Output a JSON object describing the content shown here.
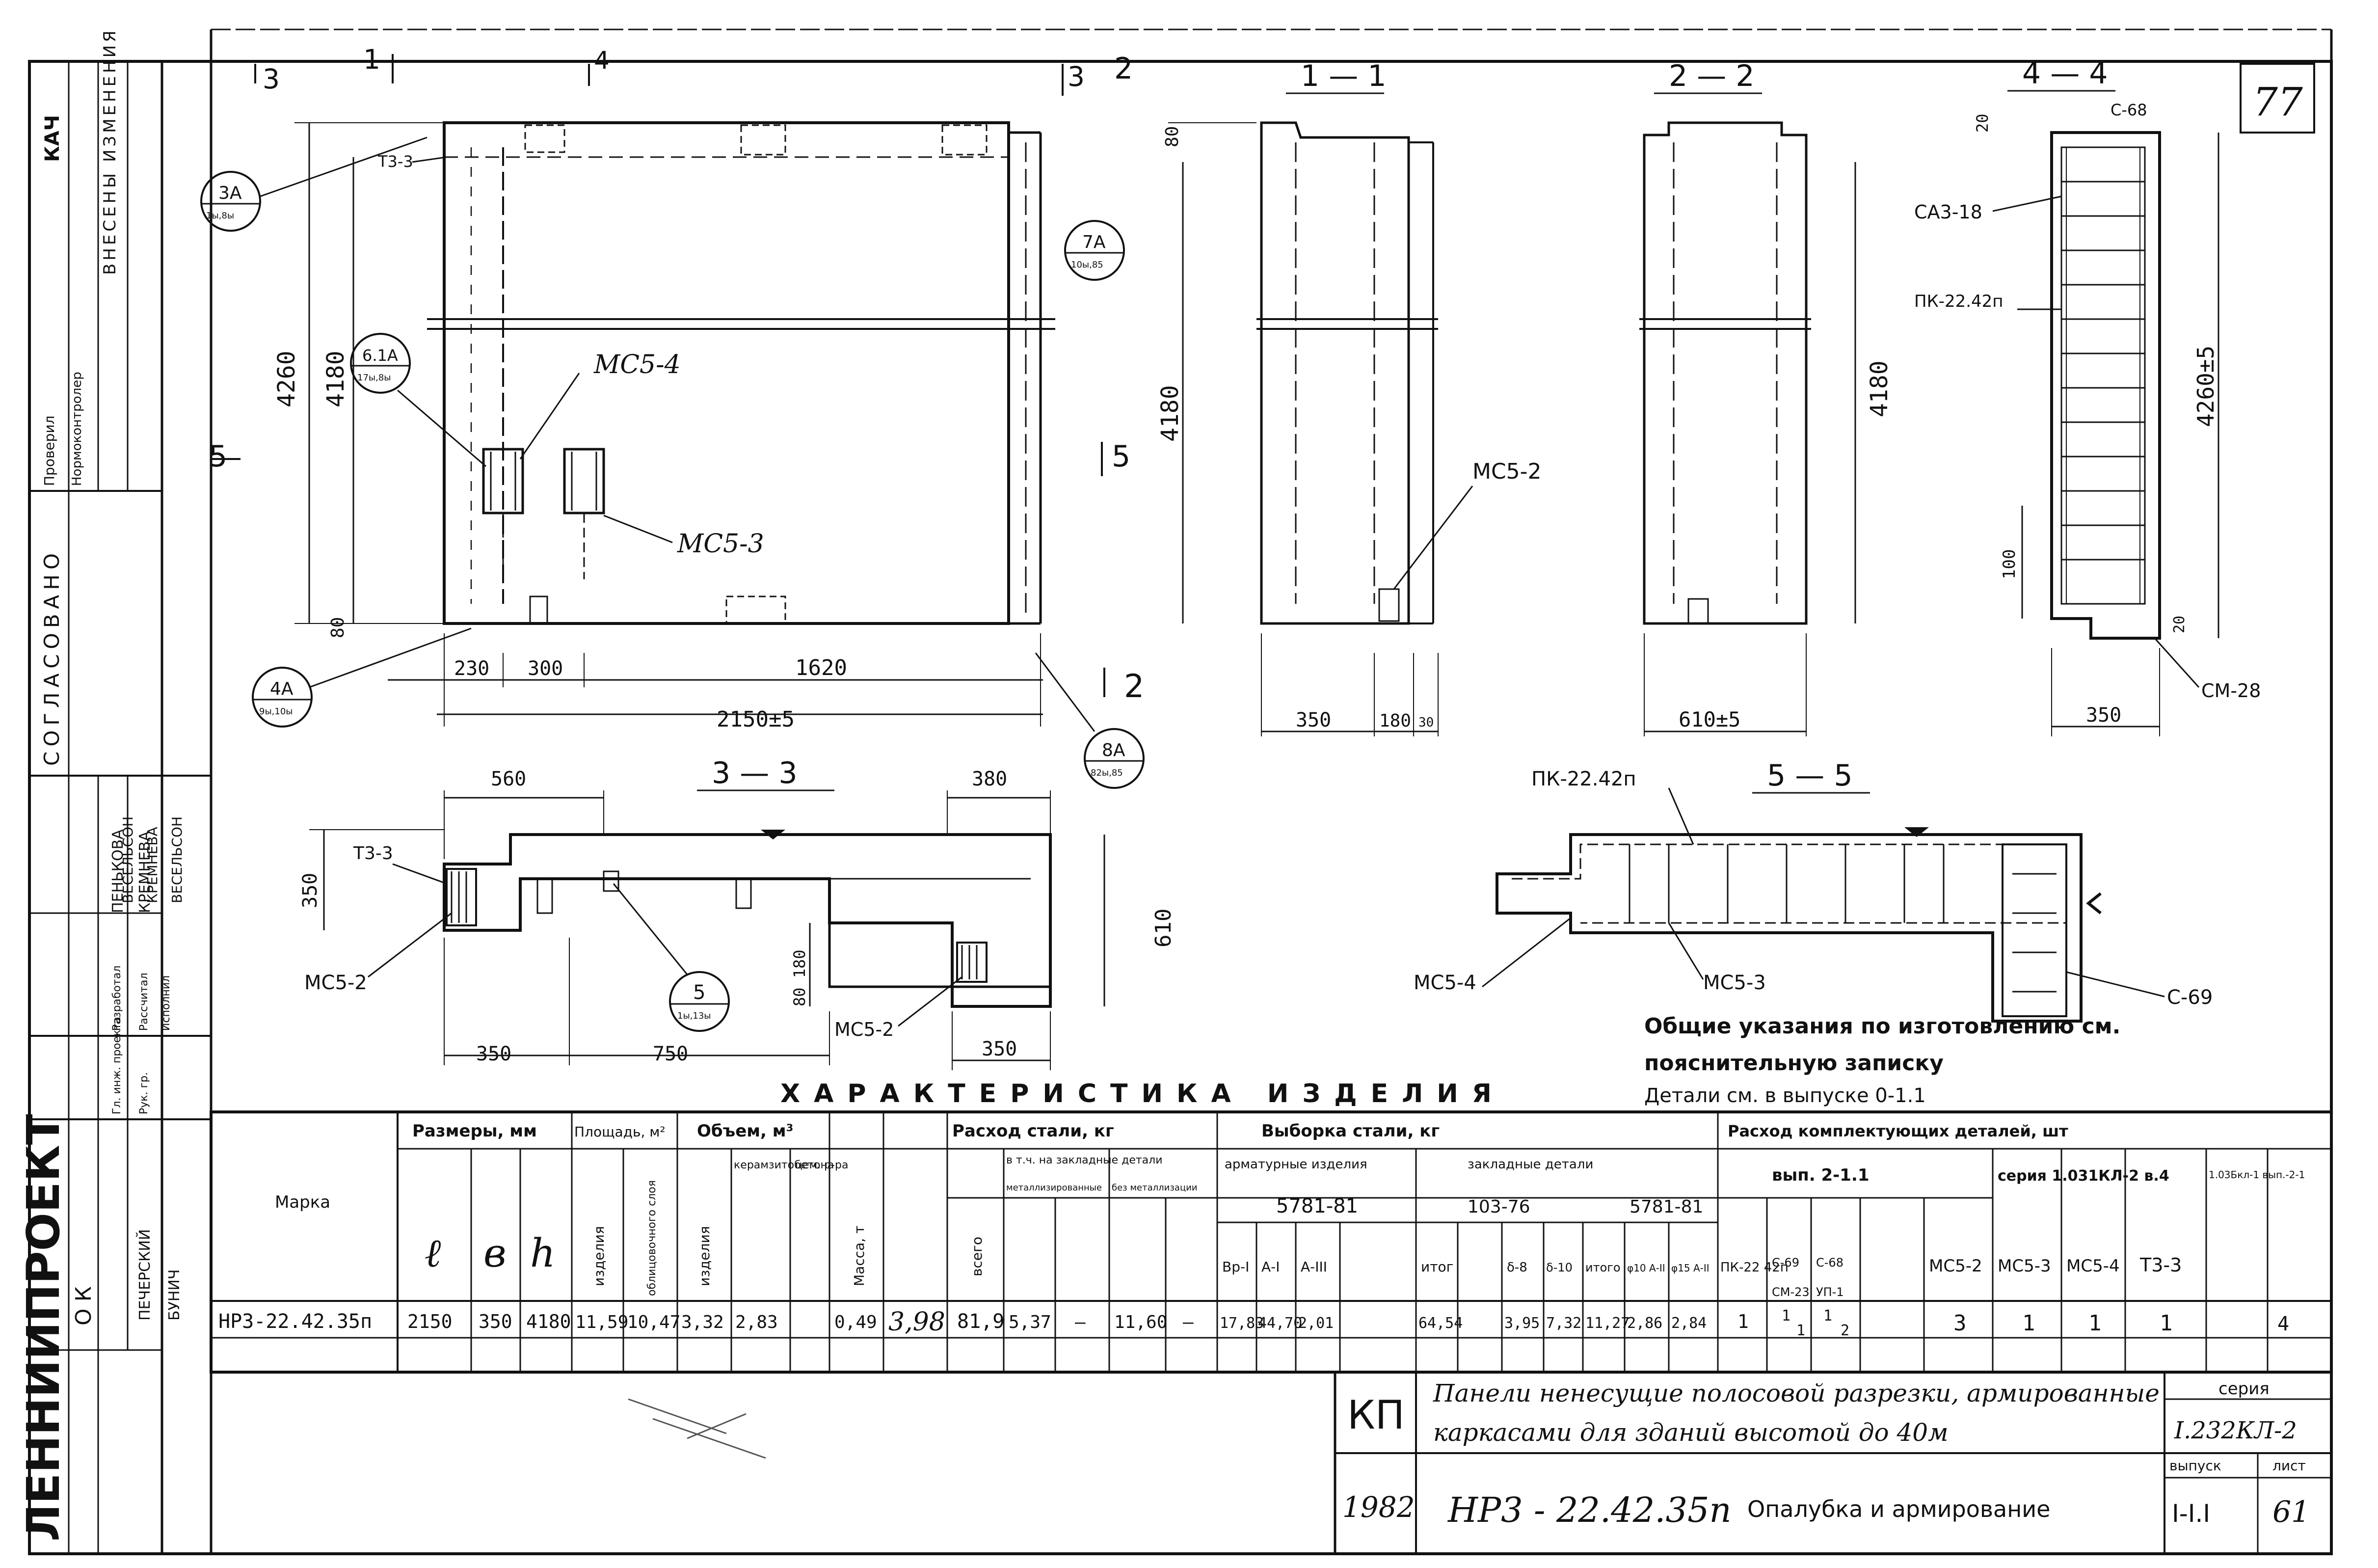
{
  "sheet_number": "77",
  "label_3a": "3А",
  "label_3a_sub": "1ы,8ы",
  "label_6_1a": "6.1А",
  "label_6_1a_sub": "17ы,8ы",
  "label_7a": "7А",
  "label_7a_sub": "10ы,85",
  "label_4a": "4А",
  "label_4a_sub": "9ы,10ы",
  "label_8a": "8А",
  "label_8a_sub": "82ы,85",
  "label_5c": "5",
  "label_5c_sub": "1ы,13ы",
  "main_view": {
    "cut_3": "3",
    "cut_1": "1",
    "cut_4": "4",
    "cut_3b": "3",
    "cut_2": "2",
    "cut_5": "5",
    "cut_5b": "5",
    "cut_2b": "2",
    "t33": "Т3-3",
    "mcb4": "МС5-4",
    "mcb3": "МС5-3",
    "dim_4260": "4260",
    "dim_4180": "4180",
    "dim_80": "80",
    "dim_230": "230",
    "dim_300": "300",
    "dim_1620": "1620",
    "dim_2150": "2150±5"
  },
  "sec11": {
    "title": "1 — 1",
    "dim_80": "80",
    "dim_4180": "4180",
    "mcb2": "МС5-2",
    "dim_350": "350",
    "dim_180": "180",
    "dim_30": "30"
  },
  "sec22": {
    "title": "2 — 2",
    "dim_4180": "4180",
    "dim_610": "610±5"
  },
  "sec44": {
    "title": "4 — 4",
    "dim_20": "20",
    "c68": "С-68",
    "sa318": "СА3-18",
    "pk": "ПК-22.42п",
    "dim_4260": "4260±5",
    "dim_100": "100",
    "dim_20b": "20",
    "cm28": "СМ-28",
    "dim_350": "350"
  },
  "sec33": {
    "title": "3 — 3",
    "dim_560": "560",
    "dim_380": "380",
    "t33": "Т3-3",
    "dim_350": "350",
    "dim_610": "610",
    "dim_80_180": "80 180",
    "mcb2a": "МС5-2",
    "mcb2b": "МС5-2",
    "dim_350b": "350",
    "dim_750": "750",
    "dim_350c": "350"
  },
  "sec55": {
    "title": "5 — 5",
    "pk": "ПК-22.42п",
    "mcb4": "МС5-4",
    "mcb3": "МС5-3",
    "c69": "С-69"
  },
  "notes": {
    "line1": "Общие указания по изготовлению см.",
    "line2": "пояснительную записку",
    "line3": "Детали см. в выпуске 0-1.1"
  },
  "char_title": "ХАРАКТЕРИСТИКА ИЗДЕЛИЯ",
  "table": {
    "h_marka": "Марка",
    "h_sizes": "Размеры, мм",
    "h_l": "ℓ",
    "h_b": "в",
    "h_h": "h",
    "h_area": "Площадь, м²",
    "h_area_a": "изделия",
    "h_area_b": "облицовочного слоя",
    "h_vol": "Объем, м³",
    "h_vol_a": "изделия",
    "h_vol_b": "керамзитобетона",
    "h_vol_c": "цем. р-ра",
    "h_mass": "Масса, т",
    "h_steel": "Расход стали, кг",
    "h_steel_total": "всего",
    "h_steel_embed": "в т.ч. на закладные детали",
    "h_steel_met": "металлизированные",
    "h_steel_bez": "без металлизации",
    "h_vyb": "Выборка стали, кг",
    "h_arm": "арматурные изделия",
    "h_arm_code": "5781-81",
    "h_zakl": "закладные детали",
    "h_zakl_code1": "103-76",
    "h_zakl_code2": "5781-81",
    "h_rashod": "Расход комплектующих деталей, шт",
    "h_vyp": "вып. 2-1.1",
    "h_seria": "серия 1.031КЛ-2 в.4",
    "h_vyp_col3": "1.03Бкл-1 вып.-2-1",
    "h_sub_vr": "Вр-I",
    "h_sub_a1": "А-I",
    "h_sub_a3": "А-III",
    "h_sub_itog": "итог",
    "h_sub_d8": "δ-8",
    "h_sub_d10": "δ-10",
    "h_sub_itogo": "итого",
    "h_sub_d10a": "φ10 А-II",
    "h_sub_d15": "φ15 А-II",
    "h_pk": "ПК-22 42п",
    "h_c69": "С-69",
    "h_c68": "С-68",
    "h_cm23": "СМ-23",
    "h_up": "УП-1",
    "h_mcb2": "МС5-2",
    "h_mcb3": "МС5-3",
    "h_mcb4": "МС5-4",
    "h_t33": "Т3-3",
    "row": {
      "marka": "НР3-22.42.35п",
      "l": "2150",
      "b": "350",
      "h": "4180",
      "area_a": "11,59",
      "area_b": "10,47",
      "vol_a": "3,32",
      "vol_b": "2,83",
      "vol_c": "0,49",
      "mass": "3,98",
      "steel_total": "81,9",
      "steel_a": "5,37",
      "steel_b": "—",
      "steel_c": "11,60",
      "steel_d": "—",
      "vr": "17,83",
      "a1": "44,70",
      "a3": "2,01",
      "itog": "64,54",
      "d8": "3,95",
      "d10": "7,32",
      "itogo": "11,27",
      "d10a": "2,86",
      "d15": "2,84",
      "pk": "1",
      "c69": "1",
      "c68": "1",
      "cm23": "1",
      "up": "2",
      "mcb2": "3",
      "mcb3": "1",
      "mcb4": "1",
      "t33": "1",
      "last": "4"
    }
  },
  "title_block": {
    "kp": "КП",
    "desc1": "Панели ненесущие полосовой разрезки, армированные",
    "desc2": "каркасами для зданий высотой до 40м",
    "year": "1982",
    "mark": "НР3 - 22.42.35п",
    "doc": "Опалубка и армирование",
    "seria_label": "серия",
    "seria": "I.232КЛ-2",
    "vyp_label": "выпуск",
    "vyp": "I-I.I",
    "list_label": "лист",
    "list": "61"
  },
  "side": {
    "org": "ЛЕННИИПРОЕКТ",
    "ok": "О К",
    "agreed": "СОГЛАСОВАНО",
    "izm": "ВНЕСЕНЫ ИЗМЕНЕНИЯ",
    "r1": "Гл. инж. проекта",
    "r2": "Рук. гр.",
    "r3": "Разработал",
    "r4": "Рассчитал",
    "r5": "Исполнил",
    "n1": "ПЕНЬКОВА",
    "n2": "КРЕМНЕВА",
    "n3": "ВЕСЕЛЬСОН",
    "n4": "КРЕМНЕВА",
    "n5": "ВЕСЕЛЬСОН",
    "n6": "ПЕЧЕРСКИЙ",
    "n7": "БУНИЧ",
    "prov": "Проверил",
    "norm": "Нормоконтролер",
    "kach": "КАЧ"
  }
}
